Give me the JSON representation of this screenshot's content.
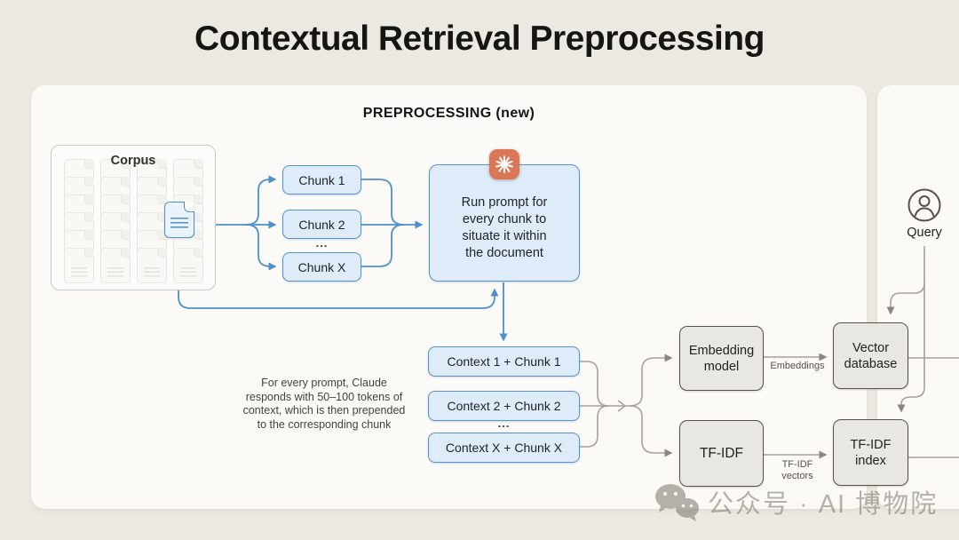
{
  "title": "Contextual Retrieval Preprocessing",
  "panel": {
    "heading": "PREPROCESSING (new)",
    "corpus_label": "Corpus",
    "chunks": [
      "Chunk 1",
      "Chunk 2",
      "Chunk X"
    ],
    "chunks_ellipsis": "...",
    "prompt_lines": [
      "Run prompt for",
      "every chunk to",
      "situate it within",
      "the document"
    ],
    "contexts": [
      "Context 1 + Chunk 1",
      "Context 2 + Chunk 2",
      "Context X + Chunk X"
    ],
    "contexts_ellipsis": "...",
    "annotation_lines": [
      "For every prompt, Claude",
      "responds with 50–100 tokens of",
      "context, which is then prepended",
      "to the corresponding chunk"
    ],
    "embedding_model_label": "Embedding model",
    "embeddings_arrow_label": "Embeddings",
    "vector_database_label": "Vector database",
    "tfidf_label": "TF-IDF",
    "tfidf_vectors_arrow_label": "TF-IDF vectors",
    "tfidf_index_label": "TF-IDF index"
  },
  "query": {
    "label": "Query"
  },
  "watermark": {
    "text": "公众号 · AI 博物院"
  },
  "colors": {
    "background": "#ECE9E3",
    "panel": "#FBFAF7",
    "blue_accent": "#4E8FD0",
    "blue_fill": "#DEEBF9",
    "claude_orange": "#D97757",
    "gray_line": "#A6A29A",
    "gray_fill": "#E9E7E1",
    "gray_border": "#57534B",
    "text_dark": "#151513"
  }
}
